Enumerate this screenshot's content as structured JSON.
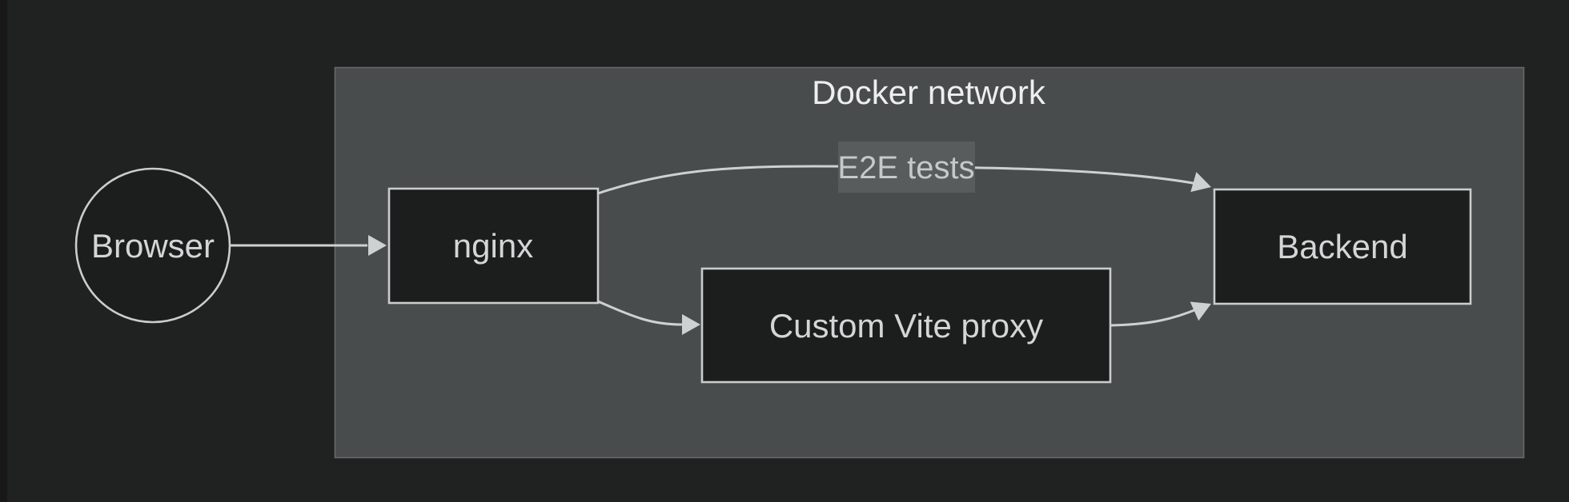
{
  "diagram": {
    "type": "flowchart-LR",
    "cluster": {
      "title": "Docker network"
    },
    "nodes": [
      {
        "id": "browser",
        "label": "Browser",
        "shape": "circle"
      },
      {
        "id": "nginx",
        "label": "nginx",
        "shape": "rect"
      },
      {
        "id": "vite",
        "label": "Custom Vite proxy",
        "shape": "rect"
      },
      {
        "id": "backend",
        "label": "Backend",
        "shape": "rect"
      }
    ],
    "edges": [
      {
        "from": "Browser",
        "to": "nginx",
        "label": ""
      },
      {
        "from": "nginx",
        "to": "Backend",
        "label": "E2E tests"
      },
      {
        "from": "nginx",
        "to": "Custom Vite proxy",
        "label": ""
      },
      {
        "from": "Custom Vite proxy",
        "to": "Backend",
        "label": ""
      }
    ],
    "colors": {
      "background": "#202121",
      "window_edge": "#181818",
      "cluster_fill": "#494c4c",
      "cluster_border": "#656969",
      "node_fill": "#1c1d1d",
      "node_border": "#c9cdcd",
      "node_text": "#d3d6d6",
      "edge_stroke": "#ced1d1",
      "edge_label_bg": "#585c5c",
      "edge_label_text": "#c6c9c9",
      "title_text": "#edefef"
    }
  }
}
